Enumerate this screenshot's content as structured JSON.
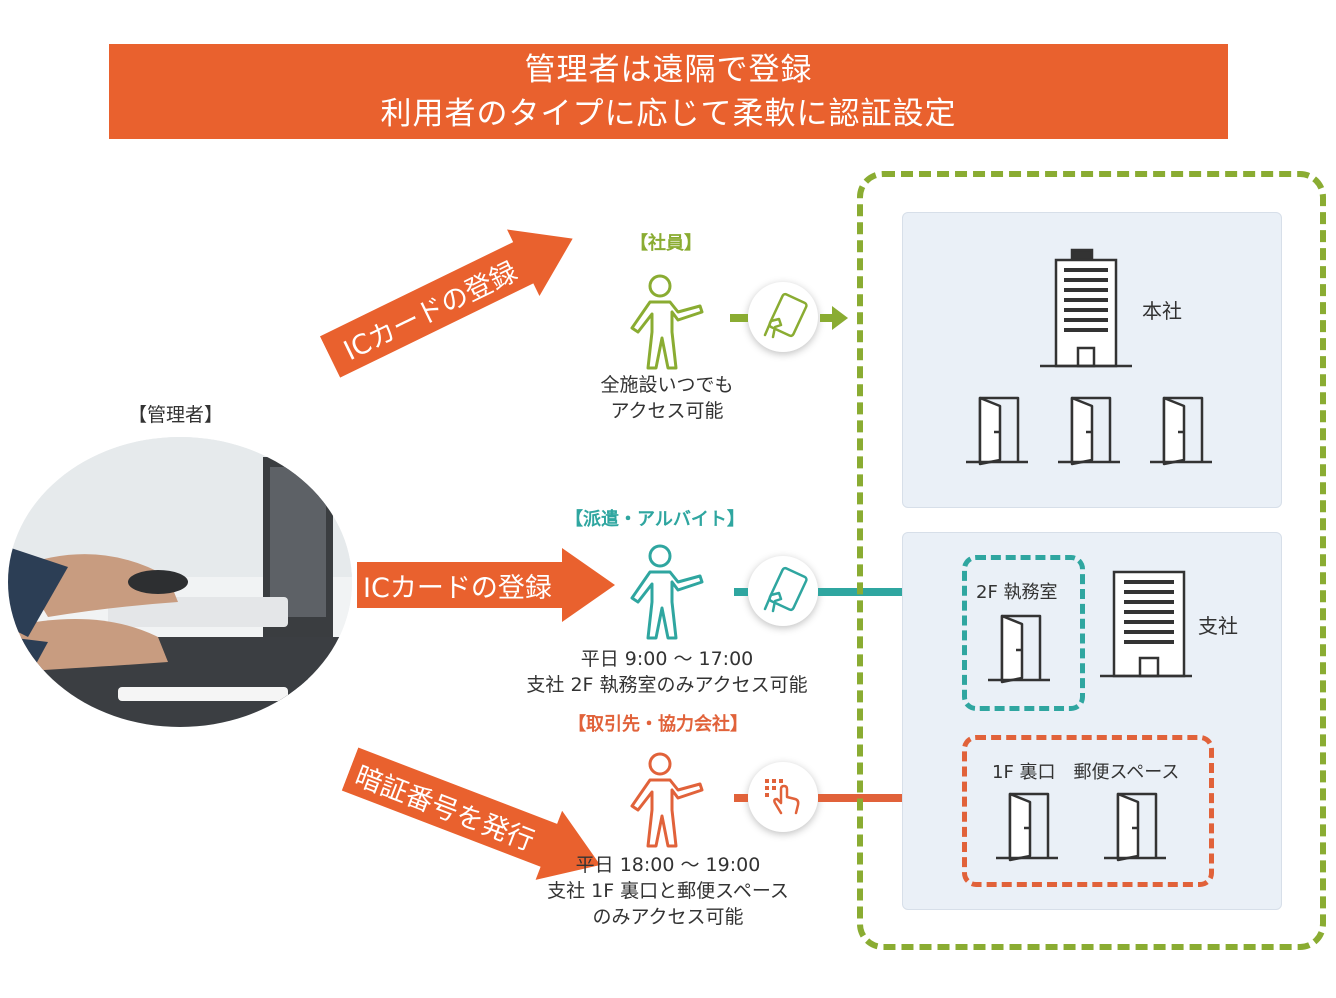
{
  "header": {
    "line1": "管理者は遠隔で登録",
    "line2": "利用者のタイプに応じて柔軟に認証設定"
  },
  "admin": {
    "label": "【管理者】"
  },
  "flows": [
    {
      "arrow_label": "ICカードの登録",
      "category": "【社員】",
      "note_line1": "全施設いつでも",
      "note_line2": "アクセス可能",
      "color": "#8aac32"
    },
    {
      "arrow_label": "ICカードの登録",
      "category": "【派遣・アルバイト】",
      "note_line1": "平日 9:00 〜 17:00",
      "note_line2": "支社 2F 執務室のみアクセス可能",
      "color": "#2fa6a0"
    },
    {
      "arrow_label": "暗証番号を発行",
      "category": "【取引先・協力会社】",
      "note_line1": "平日 18:00 〜 19:00",
      "note_line2": "支社 1F 裏口と郵便スペース",
      "note_line3": "のみアクセス可能",
      "color": "#e1623a"
    }
  ],
  "locations": {
    "hq": {
      "label": "本社"
    },
    "branch": {
      "label": "支社",
      "office_label": "2F 執務室",
      "back_label": "1F 裏口　郵便スペース"
    }
  },
  "colors": {
    "accent": "#e9612e",
    "green": "#8aac32",
    "teal": "#2fa6a0",
    "orange": "#e1623a",
    "panel": "#eaf0f7"
  }
}
